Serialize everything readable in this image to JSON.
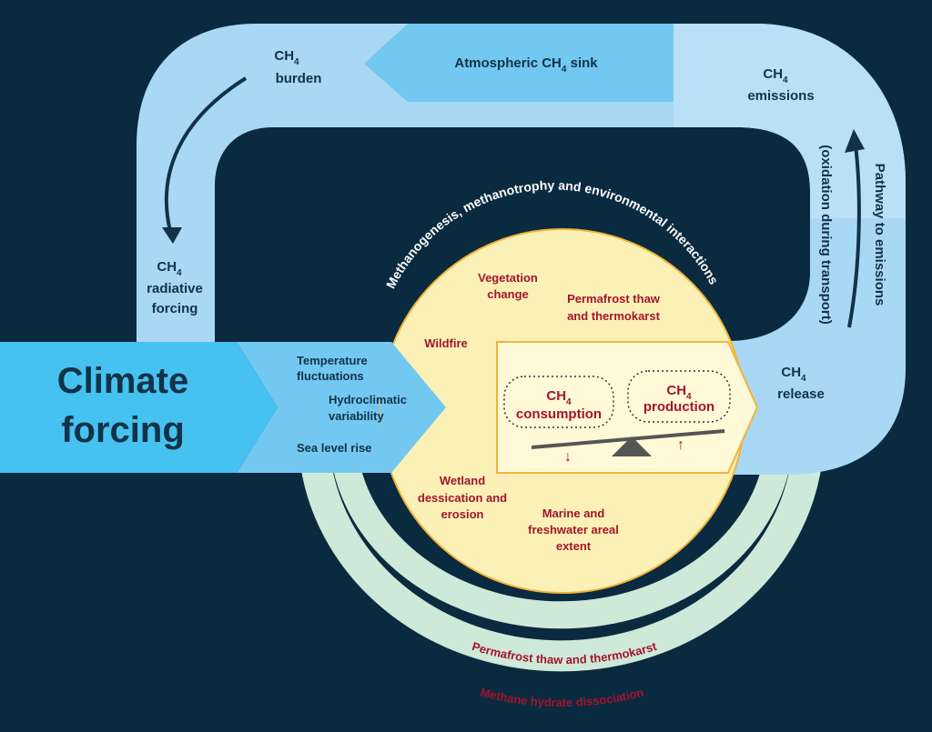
{
  "colors": {
    "background": "#0a2a3f",
    "loop": "#a9d8f5",
    "loop_light": "#cdebfb",
    "sink_band": "#73c8f2",
    "climate_arrow": "#45c2f0",
    "center_circle": "#fbf1b6",
    "circle_border": "#f2b33a",
    "green_arcs": "#cfe9d9",
    "text_dark": "#123247",
    "text_red": "#a3142c"
  },
  "loop": {
    "burden": {
      "ch": "CH",
      "sub": "4",
      "word": "burden"
    },
    "sink": {
      "pre": "Atmospheric CH",
      "sub": "4",
      "post": " sink"
    },
    "emissions": {
      "ch": "CH",
      "sub": "4",
      "word": "emissions"
    },
    "radiative": {
      "ch": "CH",
      "sub": "4",
      "line1": "radiative",
      "line2": "forcing"
    },
    "release": {
      "ch": "CH",
      "sub": "4",
      "word": "release"
    },
    "pathway": {
      "line1": "Pathway to emissions",
      "line2": "(oxidation during transport)"
    }
  },
  "climate": {
    "line1": "Climate",
    "line2": "forcing"
  },
  "drivers": {
    "temperature_1": "Temperature",
    "temperature_2": "fluctuations",
    "hydro_1": "Hydroclimatic",
    "hydro_2": "variability",
    "sea_level": "Sea level rise"
  },
  "circle": {
    "arc_label": "Methanogenesis, methanotrophy and environmental interactions",
    "vegetation_1": "Vegetation",
    "vegetation_2": "change",
    "permafrost_1": "Permafrost thaw",
    "permafrost_2": "and thermokarst",
    "wildfire": "Wildfire",
    "wetland_1": "Wetland",
    "wetland_2": "dessication and",
    "wetland_3": "erosion",
    "marine_1": "Marine and",
    "marine_2": "freshwater areal",
    "marine_3": "extent"
  },
  "balance": {
    "consumption": {
      "ch": "CH",
      "sub": "4",
      "word": "consumption",
      "arrow": "↓"
    },
    "production": {
      "ch": "CH",
      "sub": "4",
      "word": "production",
      "arrow": "↑"
    }
  },
  "arcs": {
    "permafrost": "Permafrost thaw and thermokarst",
    "hydrate": "Methane hydrate dissociation"
  }
}
